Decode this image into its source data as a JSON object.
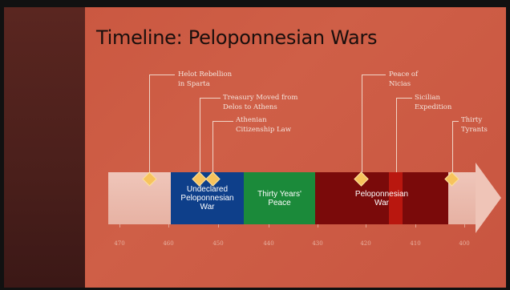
{
  "slide": {
    "title": "Timeline: Peloponnesian Wars"
  },
  "events": [
    {
      "id": "helot",
      "line1": "Helot Rebellion",
      "line2": "in Sparta"
    },
    {
      "id": "treasury",
      "line1": "Treasury Moved from",
      "line2": "Delos to Athens"
    },
    {
      "id": "citizenship",
      "line1": "Athenian",
      "line2": "Citizenship Law"
    },
    {
      "id": "nicias",
      "line1": "Peace of",
      "line2": "Nicias"
    },
    {
      "id": "sicilian",
      "line1": "Sicilian",
      "line2": "Expedition"
    },
    {
      "id": "tyrants",
      "line1": "Thirty",
      "line2": "Tyrants"
    }
  ],
  "periods": [
    {
      "label": "Undeclared\nPeloponnesian\nWar",
      "color": "#0e3f8a"
    },
    {
      "label": "Thirty Years'\nPeace",
      "color": "#1b8a3a"
    },
    {
      "label": "Peloponnesian\nWar",
      "color": "#7a0a0a"
    }
  ],
  "ticks": [
    "470",
    "460",
    "450",
    "440",
    "430",
    "420",
    "410",
    "400"
  ],
  "colors": {
    "background": "#cb5942",
    "side_band": "#4a1f1b",
    "diamond": "#f7c35c",
    "sicilian_highlight": "#c41a10"
  }
}
